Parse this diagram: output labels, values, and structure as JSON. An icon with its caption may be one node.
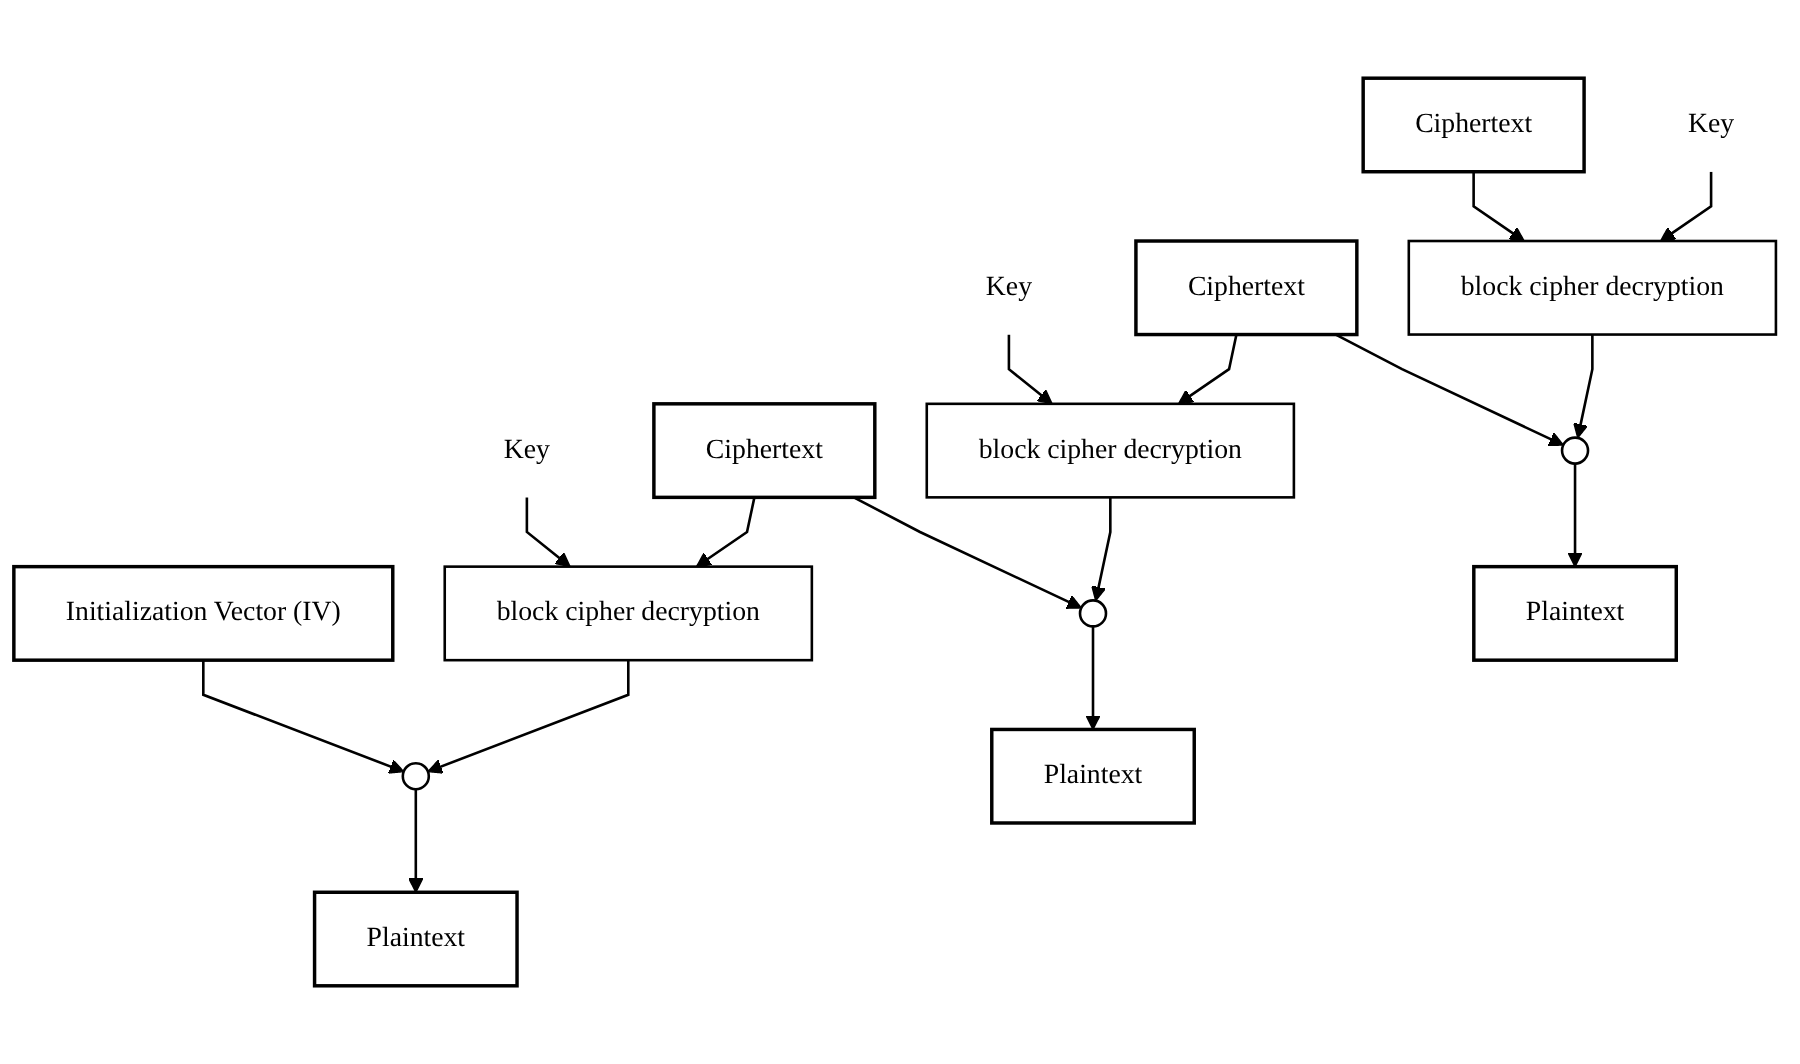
{
  "diagram": {
    "nodes": [
      {
        "text": [
          "Ciphertext"
        ]
      },
      {
        "text": [
          "Ciphertext"
        ]
      },
      {
        "text": [
          "Ciphertext"
        ]
      },
      {
        "text": [
          "Key"
        ]
      },
      {
        "text": [
          "block cipher decryption"
        ]
      },
      {
        "text": [
          "Key"
        ]
      },
      {
        "text": [
          "block cipher decryption"
        ]
      },
      {
        "text": [
          "Key"
        ]
      },
      {
        "text": [
          "block cipher decryption"
        ]
      },
      {
        "text": [
          "Initialization Vector (IV)"
        ]
      },
      {
        "text": [],
        "shape": "circle"
      },
      {
        "text": [],
        "shape": "circle"
      },
      {
        "text": [],
        "shape": "circle"
      },
      {
        "text": [
          "Plaintext"
        ]
      },
      {
        "text": [
          "Plaintext"
        ]
      },
      {
        "text": [
          "Plaintext"
        ]
      }
    ],
    "edges": [
      {
        "from": 0,
        "to": 4,
        "arrow": "to"
      },
      {
        "from": 3,
        "to": 4,
        "arrow": "to"
      },
      {
        "from": 4,
        "to": 10,
        "arrow": "to"
      },
      {
        "from": 9,
        "to": 10,
        "arrow": "to"
      },
      {
        "from": 10,
        "to": 13,
        "arrow": "to"
      },
      {
        "from": 0,
        "to": 11,
        "arrow": "to"
      },
      {
        "from": 1,
        "to": 6,
        "arrow": "to"
      },
      {
        "from": 5,
        "to": 6,
        "arrow": "to"
      },
      {
        "from": 6,
        "to": 11,
        "arrow": "to"
      },
      {
        "from": 11,
        "to": 14,
        "arrow": "to"
      },
      {
        "from": 1,
        "to": 12,
        "arrow": "to"
      },
      {
        "from": 2,
        "to": 8,
        "arrow": "to"
      },
      {
        "from": 7,
        "to": 8,
        "arrow": "to"
      },
      {
        "from": 8,
        "to": 12,
        "arrow": "to"
      },
      {
        "from": 12,
        "to": 15,
        "arrow": "to"
      }
    ]
  }
}
